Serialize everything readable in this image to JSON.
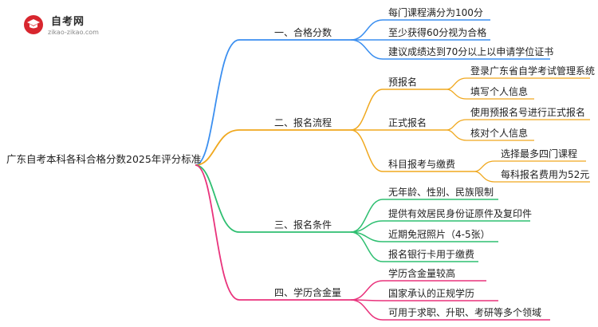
{
  "logo": {
    "title": "自考网",
    "url": "zikao-zikao.com",
    "icon": "graduation-cap-icon"
  },
  "colors": {
    "blue": "#3b8ff0",
    "orange": "#f0a81e",
    "green": "#2fbf71",
    "pink": "#e9337c"
  },
  "root": "广东自考本科各科合格分数2025年评分标准",
  "branches": [
    {
      "label": "一、合格分数",
      "items": [
        {
          "label": "每门课程满分为100分"
        },
        {
          "label": "至少获得60分视为合格"
        },
        {
          "label": "建议成绩达到70分以上以申请学位证书"
        }
      ]
    },
    {
      "label": "二、报名流程",
      "items": [
        {
          "label": "预报名",
          "children": [
            "登录广东省自学考试管理系统",
            "填写个人信息"
          ]
        },
        {
          "label": "正式报名",
          "children": [
            "使用预报名号进行正式报名",
            "核对个人信息"
          ]
        },
        {
          "label": "科目报考与缴费",
          "children": [
            "选择最多四门课程",
            "每科报名费用为52元"
          ]
        }
      ]
    },
    {
      "label": "三、报名条件",
      "items": [
        {
          "label": "无年龄、性别、民族限制"
        },
        {
          "label": "提供有效居民身份证原件及复印件"
        },
        {
          "label": "近期免冠照片（4-5张）"
        },
        {
          "label": "报名银行卡用于缴费"
        }
      ]
    },
    {
      "label": "四、学历含金量",
      "items": [
        {
          "label": "学历含金量较高"
        },
        {
          "label": "国家承认的正规学历"
        },
        {
          "label": "可用于求职、升职、考研等多个领域"
        }
      ]
    }
  ]
}
